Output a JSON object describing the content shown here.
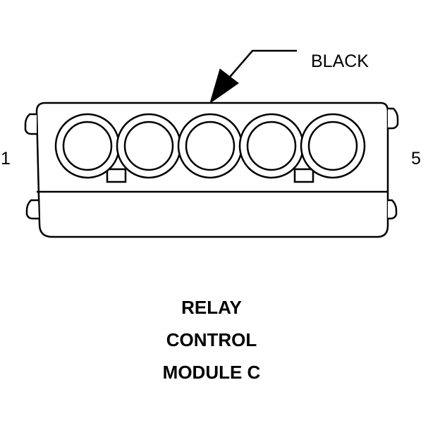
{
  "callout": {
    "label": "BLACK"
  },
  "pins": {
    "first": "1",
    "last": "5"
  },
  "caption": {
    "line1": "RELAY",
    "line2": "CONTROL",
    "line3": "MODULE C"
  },
  "connector": {
    "cavity_count": 5
  },
  "colors": {
    "ink": "#000000",
    "background": "#ffffff"
  }
}
